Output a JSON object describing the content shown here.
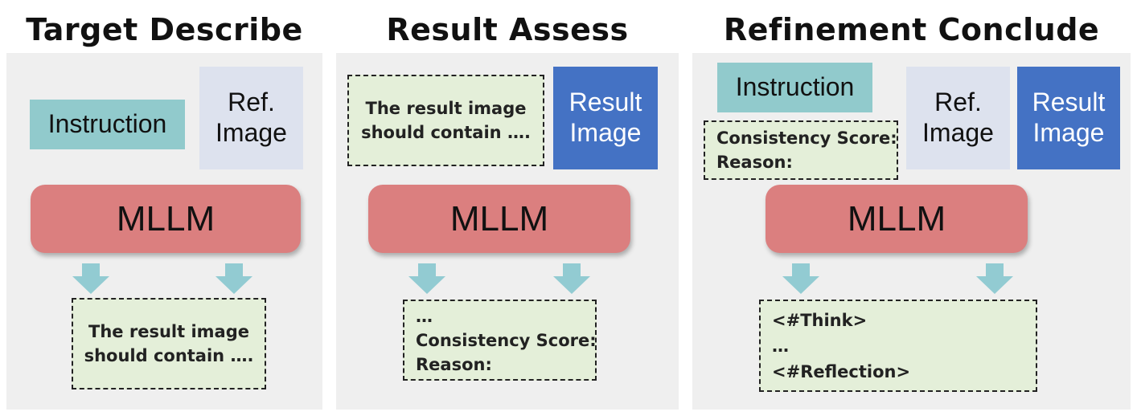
{
  "panels": [
    {
      "title": "Target Describe",
      "instruction": "Instruction",
      "ref_image": [
        "Ref.",
        "Image"
      ],
      "model": "MLLM",
      "output": [
        "The result image",
        "should contain …."
      ]
    },
    {
      "title": "Result Assess",
      "input_text": [
        "The result image",
        "should contain …."
      ],
      "result_image": [
        "Result",
        "Image"
      ],
      "model": "MLLM",
      "output": [
        "…",
        "Consistency Score:",
        "Reason:"
      ]
    },
    {
      "title": "Refinement Conclude",
      "instruction": "Instruction",
      "input_text": [
        "Consistency Score:",
        "Reason:"
      ],
      "ref_image": [
        "Ref.",
        "Image"
      ],
      "result_image": [
        "Result",
        "Image"
      ],
      "model": "MLLM",
      "output": [
        "<#Think>",
        "…",
        "<#Reflection>"
      ]
    }
  ],
  "colors": {
    "panel_bg": "#efefef",
    "instruction": "#91cacc",
    "ref_image": "#dde2ee",
    "result_image": "#4472c4",
    "mllm": "#db7f7f",
    "text_box": "#e4efd9",
    "arrow": "#92cbd2"
  }
}
